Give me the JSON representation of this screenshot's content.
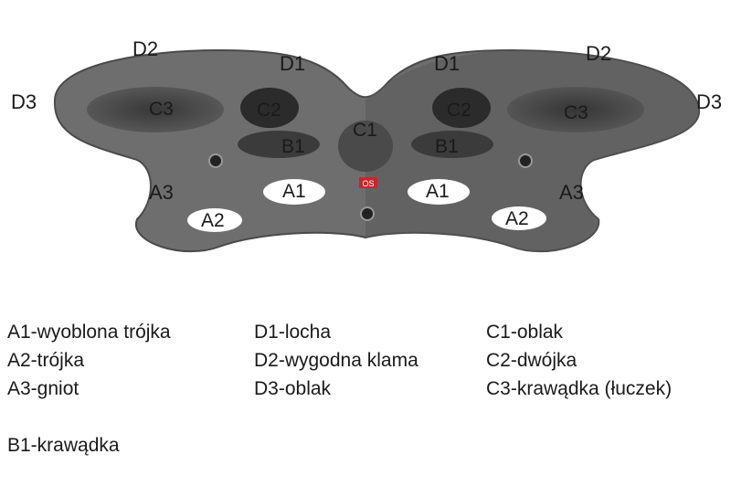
{
  "board": {
    "logo_text": "OS",
    "colors": {
      "board": "#6f6f6f",
      "board_dark": "#3a3a3a",
      "hold_fill": "#ffffff",
      "logo": "#c8262c"
    },
    "labels": {
      "d2_left": "D2",
      "d1_left": "D1",
      "d1_right": "D1",
      "d2_right": "D2",
      "d3_left": "D3",
      "d3_right": "D3",
      "c3_left": "C3",
      "c2_left": "C2",
      "c1": "C1",
      "c2_right": "C2",
      "c3_right": "C3",
      "b1_left": "B1",
      "b1_right": "B1",
      "a3_left": "A3",
      "a3_right": "A3",
      "a1_left": "A1",
      "a1_right": "A1",
      "a2_left": "A2",
      "a2_right": "A2"
    }
  },
  "legend": {
    "col1": [
      "A1-wyoblona trójka",
      "A2-trójka",
      "A3-gniot"
    ],
    "col2": [
      "D1-locha",
      "D2-wygodna klama",
      "D3-oblak"
    ],
    "col3": [
      "C1-oblak",
      "C2-dwójka",
      "C3-krawądka (łuczek)"
    ],
    "extra": "B1-krawądka"
  }
}
